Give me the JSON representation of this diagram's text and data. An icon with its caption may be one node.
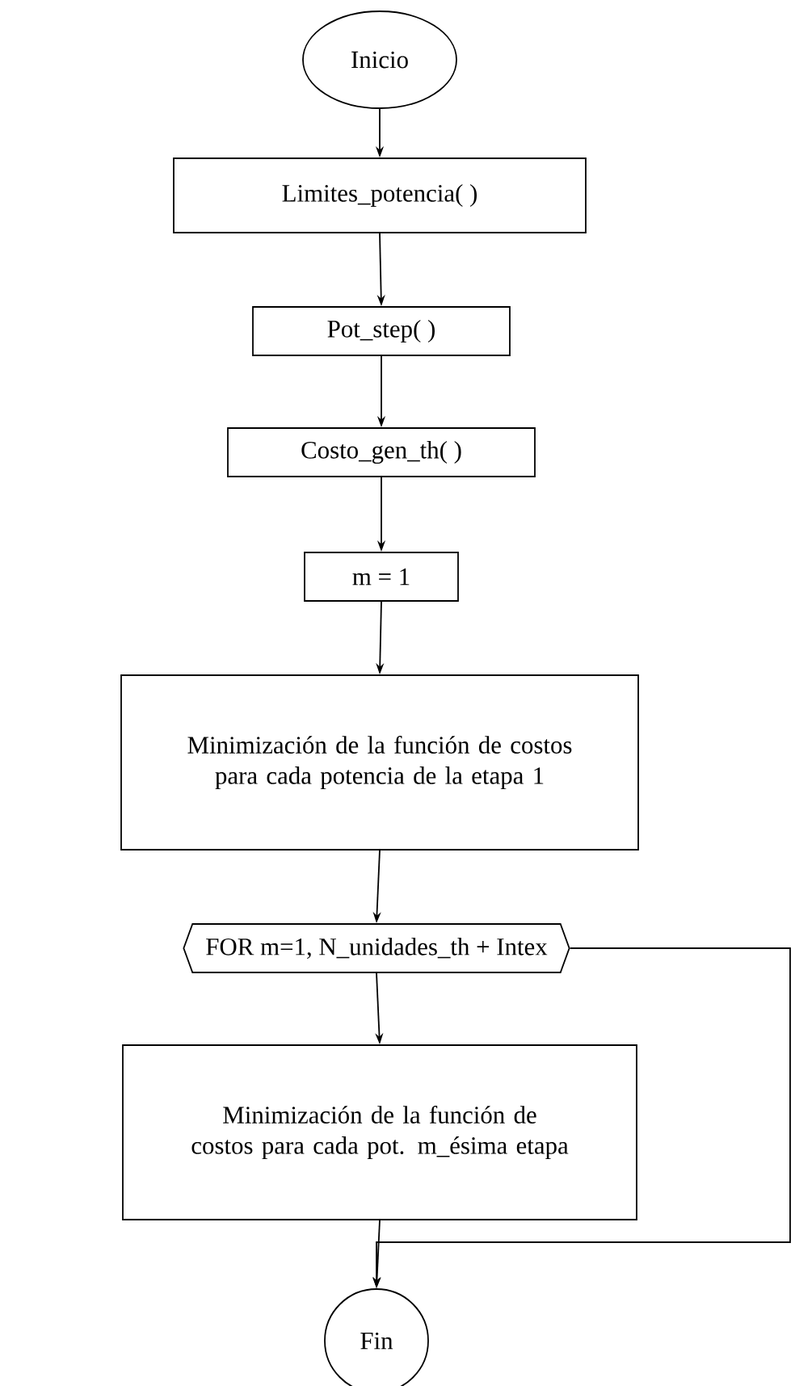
{
  "diagram": {
    "nodes": [
      {
        "text": [
          "Inicio"
        ]
      },
      {
        "text": [
          "Limites_potencia( )"
        ]
      },
      {
        "text": [
          "Pot_step( )"
        ]
      },
      {
        "text": [
          "Costo_gen_th( )"
        ]
      },
      {
        "text": [
          "m = 1"
        ]
      },
      {
        "text": [
          "Minimización de la función de costos para cada potencia de la etapa 1"
        ]
      },
      {
        "text": [
          "FOR m=1, N_unidades_th + Intex"
        ]
      },
      {
        "text": [
          "Minimización de la función de costos para cada pot. m_ésima etapa"
        ]
      },
      {
        "text": [
          "Fin"
        ]
      }
    ],
    "edges": [
      {
        "from": 0,
        "to": 1,
        "arrow": "to"
      },
      {
        "from": 1,
        "to": 2,
        "arrow": "to"
      },
      {
        "from": 2,
        "to": 3,
        "arrow": "to"
      },
      {
        "from": 3,
        "to": 4,
        "arrow": "to"
      },
      {
        "from": 4,
        "to": 5,
        "arrow": "to"
      },
      {
        "from": 5,
        "to": 6,
        "arrow": "to"
      },
      {
        "from": 6,
        "to": 7,
        "arrow": "to"
      },
      {
        "from": 7,
        "to": 8,
        "arrow": "to"
      },
      {
        "from": 6,
        "to": 8,
        "arrow": "to"
      }
    ]
  }
}
